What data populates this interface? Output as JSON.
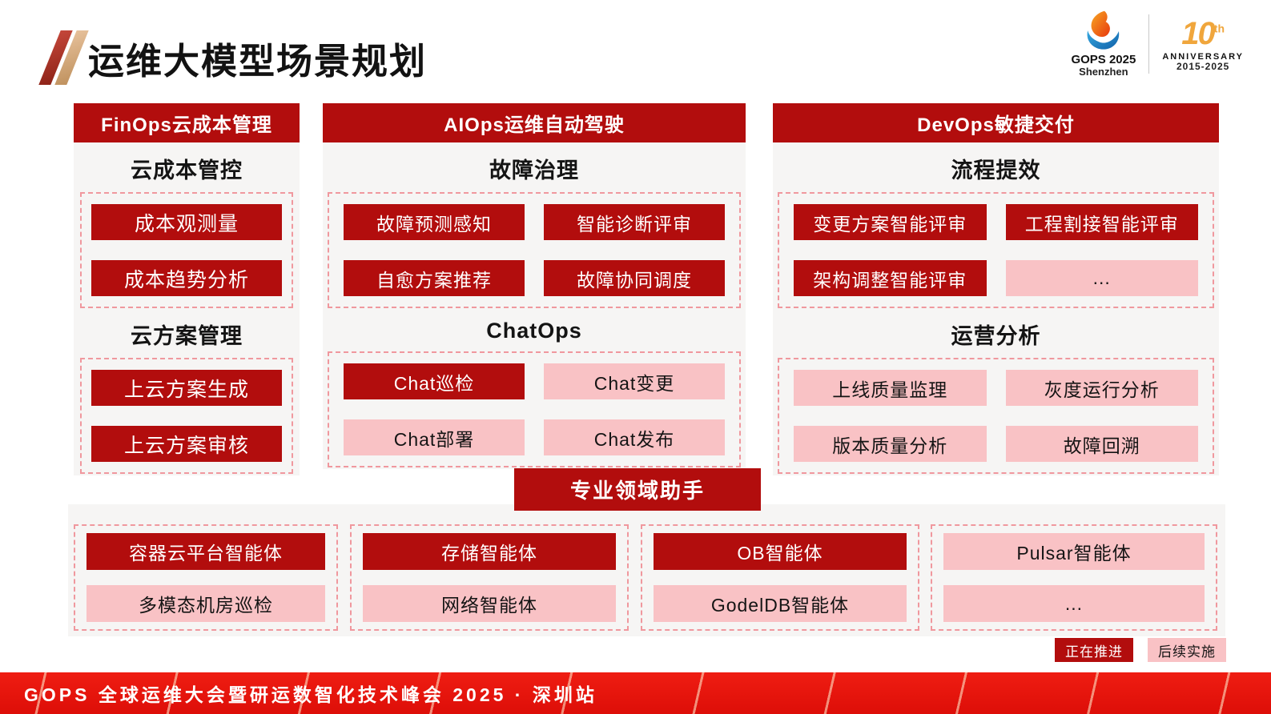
{
  "title": "运维大模型场景规划",
  "brand": {
    "gops_name": "GOPS 2025",
    "gops_city": "Shenzhen",
    "anniversary_number": "10",
    "anniversary_suffix": "th",
    "anniversary_label": "ANNIVERSARY",
    "anniversary_years": "2015-2025"
  },
  "colors": {
    "dark_red": "#B20D0D",
    "pink": "#F9C2C5",
    "dashed_border": "#F0989E",
    "panel_gray": "#F6F5F4",
    "footer_red": "#E8140C",
    "anniversary_orange": "#F0A63C"
  },
  "columns": [
    {
      "header": "FinOps云成本管理",
      "sections": [
        {
          "title": "云成本管控",
          "items": [
            {
              "label": "成本观测量",
              "status": "active"
            },
            {
              "label": "成本趋势分析",
              "status": "active"
            }
          ]
        },
        {
          "title": "云方案管理",
          "items": [
            {
              "label": "上云方案生成",
              "status": "active"
            },
            {
              "label": "上云方案审核",
              "status": "active"
            }
          ]
        }
      ]
    },
    {
      "header": "AIOps运维自动驾驶",
      "sections": [
        {
          "title": "故障治理",
          "items": [
            {
              "label": "故障预测感知",
              "status": "active"
            },
            {
              "label": "智能诊断评审",
              "status": "active"
            },
            {
              "label": "自愈方案推荐",
              "status": "active"
            },
            {
              "label": "故障协同调度",
              "status": "active"
            }
          ]
        },
        {
          "title": "ChatOps",
          "items": [
            {
              "label": "Chat巡检",
              "status": "active"
            },
            {
              "label": "Chat变更",
              "status": "planned"
            },
            {
              "label": "Chat部署",
              "status": "planned"
            },
            {
              "label": "Chat发布",
              "status": "planned"
            }
          ]
        }
      ]
    },
    {
      "header": "DevOps敏捷交付",
      "sections": [
        {
          "title": "流程提效",
          "items": [
            {
              "label": "变更方案智能评审",
              "status": "active"
            },
            {
              "label": "工程割接智能评审",
              "status": "active"
            },
            {
              "label": "架构调整智能评审",
              "status": "active"
            },
            {
              "label": "...",
              "status": "planned"
            }
          ]
        },
        {
          "title": "运营分析",
          "items": [
            {
              "label": "上线质量监理",
              "status": "planned"
            },
            {
              "label": "灰度运行分析",
              "status": "planned"
            },
            {
              "label": "版本质量分析",
              "status": "planned"
            },
            {
              "label": "故障回溯",
              "status": "planned"
            }
          ]
        }
      ]
    }
  ],
  "assistants": {
    "header": "专业领域助手",
    "groups": [
      {
        "items": [
          {
            "label": "容器云平台智能体",
            "status": "active"
          },
          {
            "label": "多模态机房巡检",
            "status": "planned"
          }
        ]
      },
      {
        "items": [
          {
            "label": "存储智能体",
            "status": "active"
          },
          {
            "label": "网络智能体",
            "status": "planned"
          }
        ]
      },
      {
        "items": [
          {
            "label": "OB智能体",
            "status": "active"
          },
          {
            "label": "GodelDB智能体",
            "status": "planned"
          }
        ]
      },
      {
        "items": [
          {
            "label": "Pulsar智能体",
            "status": "planned"
          },
          {
            "label": "...",
            "status": "planned"
          }
        ]
      }
    ]
  },
  "legend": [
    {
      "label": "正在推进",
      "status": "active"
    },
    {
      "label": "后续实施",
      "status": "planned"
    }
  ],
  "footer": {
    "text": "GOPS 全球运维大会暨研运数智化技术峰会 2025 · 深圳站"
  }
}
